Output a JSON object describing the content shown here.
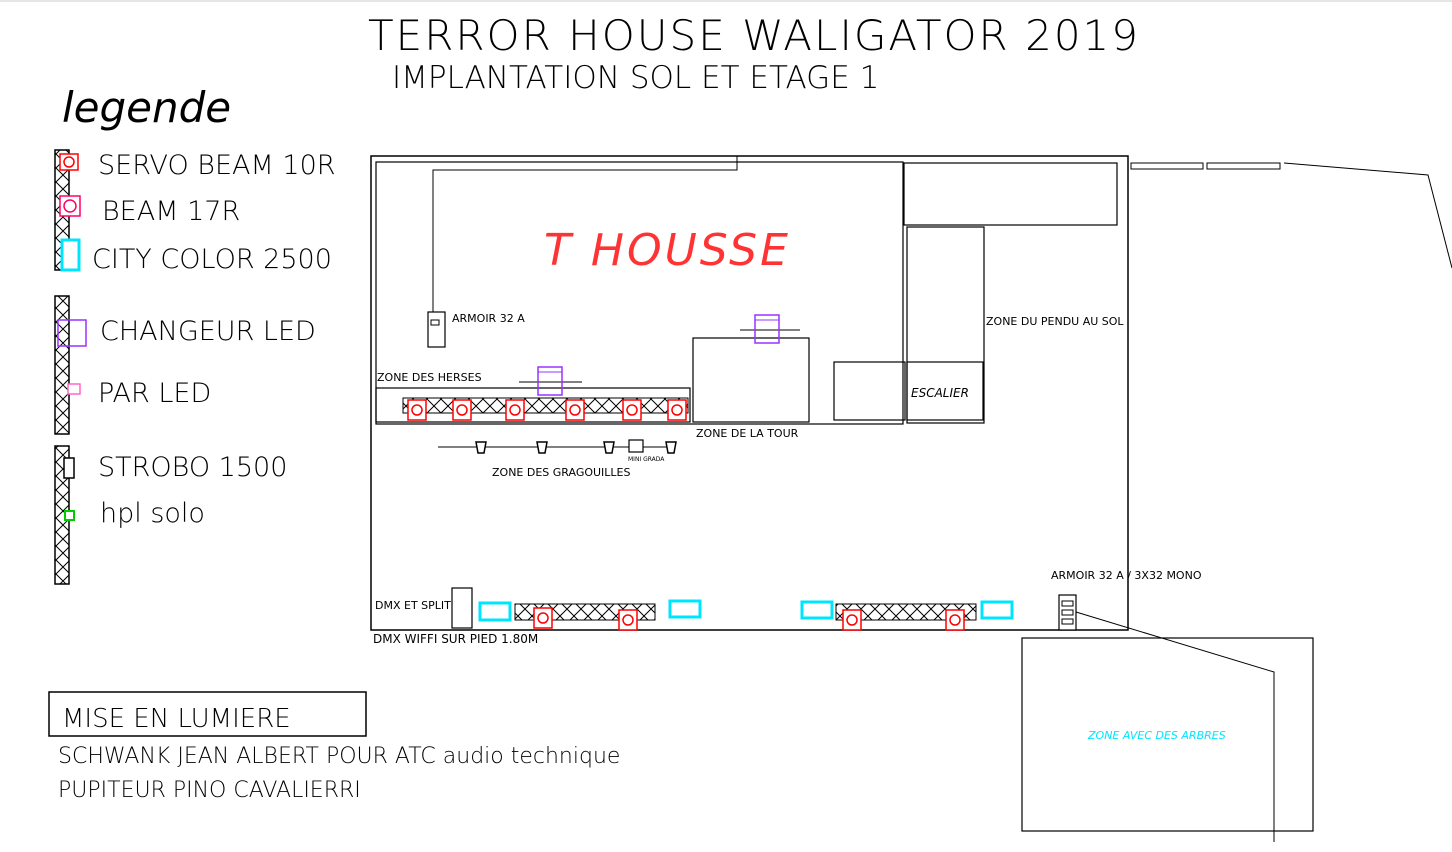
{
  "title": "TERROR HOUSE WALIGATOR 2019",
  "subtitle": "IMPLANTATION SOL ET ETAGE 1",
  "legend": {
    "heading": "legende",
    "items": [
      {
        "label": "SERVO BEAM 10R",
        "icon": "servo-beam-icon",
        "color": "#ff0000"
      },
      {
        "label": "BEAM 17R",
        "icon": "beam-icon",
        "color": "#ff0066"
      },
      {
        "label": "CITY COLOR 2500",
        "icon": "city-color-icon",
        "color": "#00e5ff"
      },
      {
        "label": "CHANGEUR LED",
        "icon": "changeur-led-icon",
        "color": "#9933ff"
      },
      {
        "label": "PAR LED",
        "icon": "par-led-icon",
        "color": "#ff66cc"
      },
      {
        "label": "STROBO 1500",
        "icon": "strobo-icon",
        "color": "#000000"
      },
      {
        "label": "hpl solo",
        "icon": "hpl-icon",
        "color": "#00cc00"
      }
    ]
  },
  "plan": {
    "room_label": "T HOUSSE",
    "armoir_1": "ARMOIR 32 A",
    "zone_herses": "ZONE DES HERSES",
    "zone_tour": "ZONE DE LA TOUR",
    "zone_gragouilles": "ZONE DES GRAGOUILLES",
    "minigrada": "MINI GRADA",
    "zone_pendu": "ZONE DU PENDU AU SOL",
    "escalier": "ESCALIER",
    "armoir_2": "ARMOIR 32 A / 3X32 MONO",
    "dmx_spliter": "DMX ET SPLITER",
    "dmx_wifi": "DMX WIFFI SUR PIED 1.80M",
    "zone_arbres": "ZONE AVEC DES ARBRES"
  },
  "credits": {
    "box_title": "MISE EN LUMIERE",
    "line1": "SCHWANK JEAN ALBERT POUR ATC audio technique",
    "line2": "PUPITEUR PINO CAVALIERRI"
  }
}
